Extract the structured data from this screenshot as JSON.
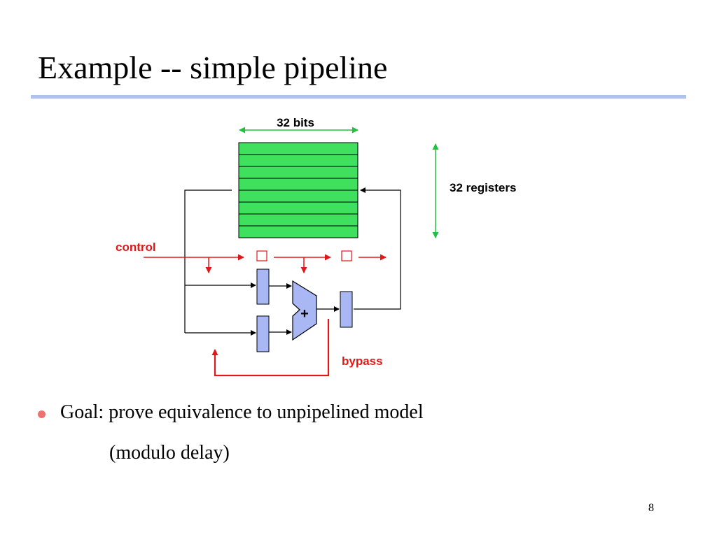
{
  "slide": {
    "title": "Example -- simple pipeline",
    "page_number": "8"
  },
  "diagram": {
    "width_label": "32 bits",
    "height_label": "32 registers",
    "control_label": "control",
    "bypass_label": "bypass",
    "adder_symbol": "+",
    "register_rows": 8,
    "colors": {
      "register_fill": "#3ee05e",
      "latch_fill": "#a9b8f5",
      "green_arrow": "#22c040",
      "red_signal": "#e01818",
      "wire": "#000000"
    }
  },
  "bullets": [
    {
      "text": "Goal: prove equivalence to unpipelined model",
      "sub": "(modulo delay)"
    }
  ]
}
